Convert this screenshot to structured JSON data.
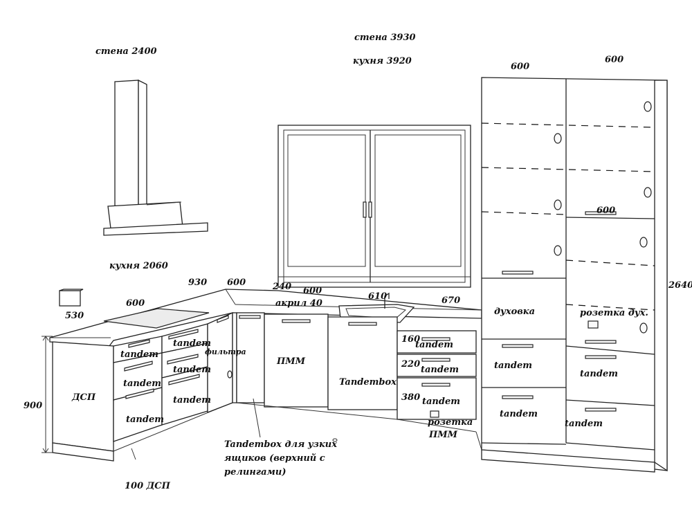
{
  "labels": {
    "wall_left": "стена 2400",
    "wall_main": "стена 3930",
    "kitchen_main": "кухня 3920",
    "kitchen_left": "кухня 2060",
    "dim_600_top_left": "600",
    "dim_600_top_right": "600",
    "dim_2640": "2640",
    "dim_600_shelf": "600",
    "dim_930": "930",
    "dim_600_corner": "600",
    "dim_240": "240",
    "dim_600_mid": "600",
    "acryl": "акрил 40",
    "dim_610": "610",
    "dim_670": "670",
    "dim_600_hob": "600",
    "dim_530": "530",
    "dim_900": "900",
    "dsp": "ДСП",
    "plinth_dsp": "100 ДСП",
    "filter": "фильтра",
    "pmm": "ПММ",
    "tandembox": "Tandembox",
    "dim_160": "160",
    "dim_220": "220",
    "dim_380": "380",
    "socket_pmm_1": "розетка",
    "socket_pmm_2": "ПММ",
    "oven": "духовка",
    "socket_oven": "розетка дух.",
    "tandem_left_1": "tandem",
    "tandem_left_2": "tandem",
    "tandem_left_3": "tandem",
    "tandem_corner_1": "tandem",
    "tandem_corner_2": "tandem",
    "tandem_corner_3": "tandem",
    "tandem_mid_1": "tandem",
    "tandem_mid_2": "tandem",
    "tandem_mid_3": "tandem",
    "tandem_tall_1": "tandem",
    "tandem_tall_2": "tandem",
    "tandem_tall_3": "tandem",
    "tandem_tall_4": "tandem",
    "note_1": "Tandembox для узких",
    "note_2": "ящиков (верхний с",
    "note_3": "релингами)"
  }
}
